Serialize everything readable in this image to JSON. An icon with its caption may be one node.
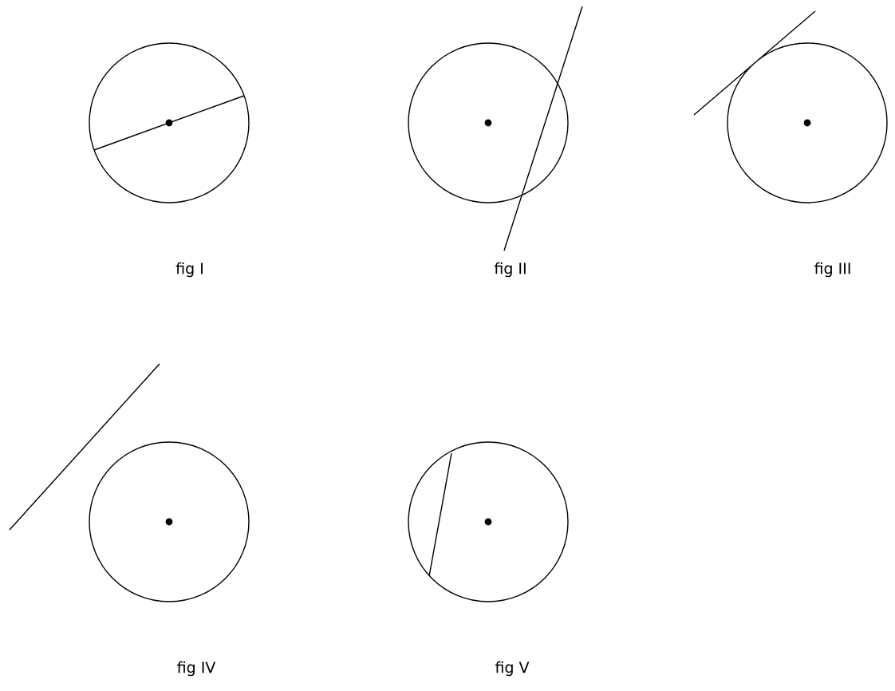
{
  "diagram": {
    "labels": [
      "fig I",
      "fig II",
      "fig III",
      "fig IV",
      "fig V"
    ]
  }
}
